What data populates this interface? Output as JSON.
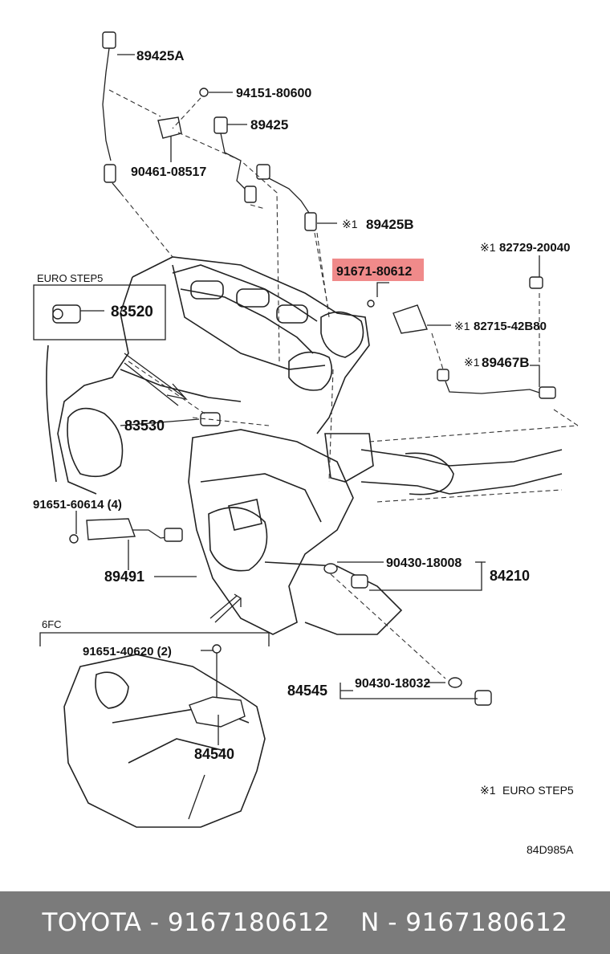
{
  "labels": {
    "p_89425A": "89425A",
    "p_94151": "94151-80600",
    "p_89425": "89425",
    "p_90461": "90461-08517",
    "p_89425B": "89425B",
    "p_91671": "91671-80612",
    "p_82729": "82729-20040",
    "p_82715": "82715-42B80",
    "p_89467B": "89467B",
    "euro_step5_box": "EURO STEP5",
    "p_83520": "83520",
    "p_83530": "83530",
    "p_91651_60614": "91651-60614 (4)",
    "p_89491": "89491",
    "p_90430_18008": "90430-18008",
    "p_84210": "84210",
    "fc6_box": "6FC",
    "p_91651_40620": "91651-40620 (2)",
    "p_84545": "84545",
    "p_90430_18032": "90430-18032",
    "p_84540": "84540",
    "note_mark": "※1",
    "note_text": "EURO STEP5",
    "diagram_code": "84D985A"
  },
  "highlight_color": "#f08a8a",
  "footer": {
    "left": "TOYOTA - 9167180612",
    "right": "N - 9167180612",
    "bg": "#7b7b7b"
  }
}
